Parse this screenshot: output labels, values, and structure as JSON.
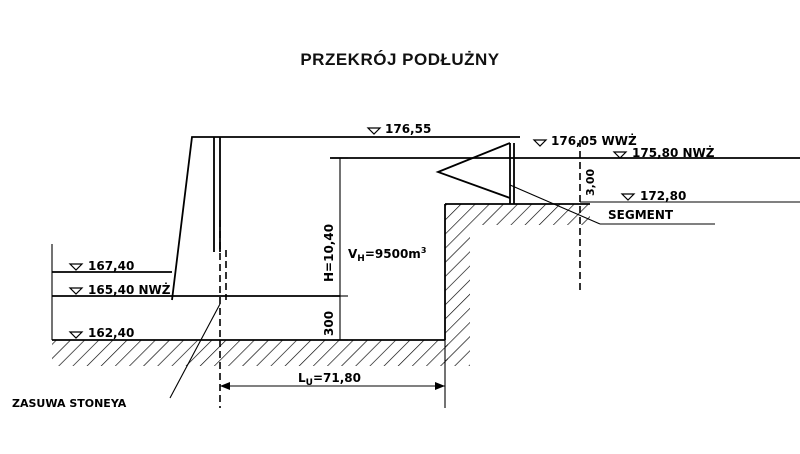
{
  "title": "PRZEKRÓJ PODŁUŻNY",
  "levels": {
    "crest_top": "176,55",
    "upstream_max": "176,05 WWŻ",
    "upstream_normal": "175,80 NWŻ",
    "sill": "172,80",
    "downstream_top": "167,40",
    "downstream_normal": "165,40 NWŻ",
    "bottom": "162,40"
  },
  "labels": {
    "segment": "SEGMENT",
    "gate": "ZASUWA STONEYA",
    "volume": "V",
    "volume_sub": "H",
    "volume_value": "=9500m",
    "volume_sup": "3"
  },
  "dimensions": {
    "height": "H=10,40",
    "base": "300",
    "offset": "3,00",
    "length": "L",
    "length_sub": "U",
    "length_value": "=71,80"
  }
}
